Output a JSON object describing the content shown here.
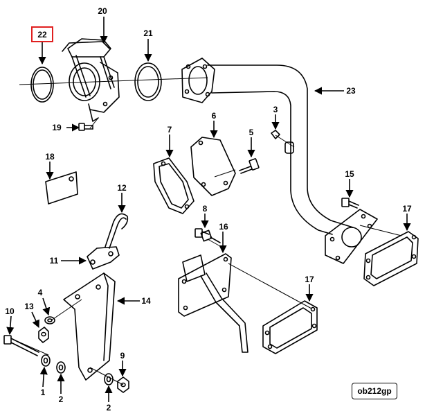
{
  "callouts": {
    "c1": "1",
    "c2a": "2",
    "c2b": "2",
    "c3": "3",
    "c4": "4",
    "c5": "5",
    "c6": "6",
    "c7": "7",
    "c8": "8",
    "c9": "9",
    "c10": "10",
    "c11": "11",
    "c12": "12",
    "c13": "13",
    "c14": "14",
    "c15": "15",
    "c16": "16",
    "c17a": "17",
    "c17b": "17",
    "c18": "18",
    "c19": "19",
    "c20": "20",
    "c21": "21",
    "c22": "22",
    "c23": "23"
  },
  "highlighted_callout": "22",
  "highlight_color": "#e02020",
  "figure_id": "ob212gp"
}
